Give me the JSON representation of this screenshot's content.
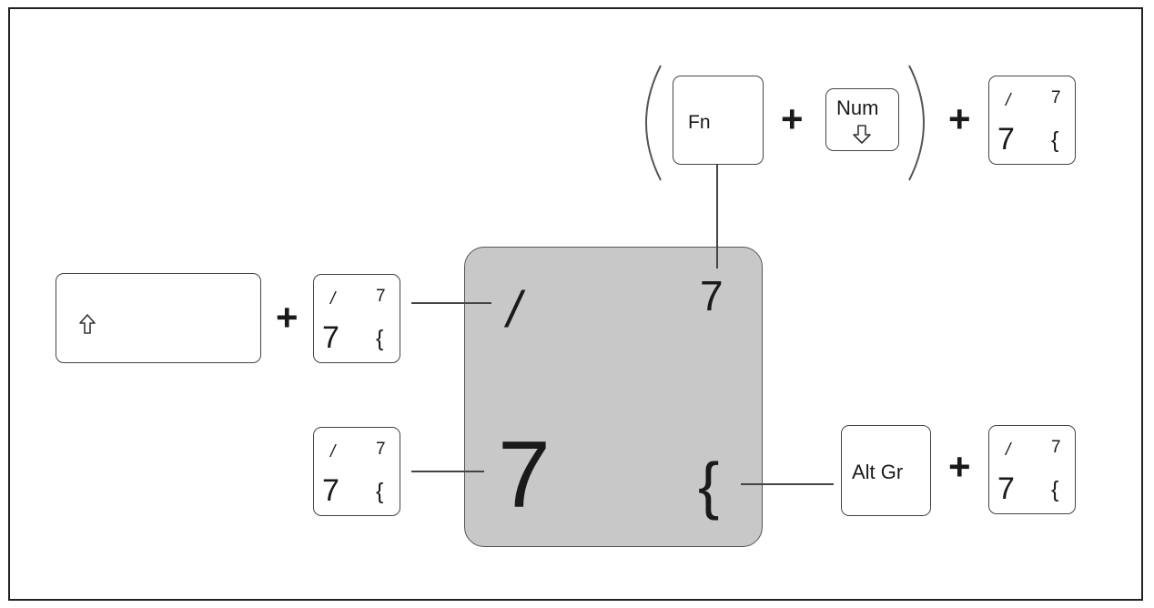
{
  "fn_key": {
    "label": "Fn"
  },
  "num_key": {
    "label": "Num",
    "icon": "arrow-down-outline-icon"
  },
  "shift_key": {
    "icon": "shift-arrow-up-icon"
  },
  "altgr_key": {
    "label": "Alt Gr"
  },
  "plus": "+",
  "key_7": {
    "top_left": "/",
    "top_right": "7",
    "bottom_left": "7",
    "bottom_right": "{"
  },
  "enlarged_key": {
    "top_left": "/",
    "top_right": "7",
    "bottom_left": "7",
    "bottom_right": "{"
  },
  "colors": {
    "enlarged_key_bg": "#c8c8c8",
    "stroke": "#444444"
  }
}
